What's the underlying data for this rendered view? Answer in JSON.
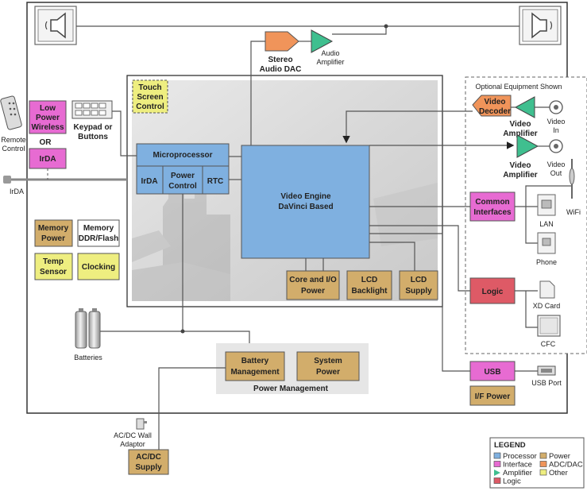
{
  "colors": {
    "processor": "#7fb0e0",
    "interface": "#e76bd2",
    "amplifier": "#3fbf8f",
    "logic": "#de5a66",
    "power": "#d2ad6b",
    "adc_dac": "#f0945a",
    "other": "#eeee80"
  },
  "blocks": {
    "stereo_dac": [
      "Stereo",
      "Audio DAC"
    ],
    "audio_amp": [
      "Audio",
      "Amplifier"
    ],
    "touch_screen": [
      "Touch",
      "Screen",
      "Control"
    ],
    "low_power_wireless": [
      "Low",
      "Power",
      "Wireless"
    ],
    "or_text": "OR",
    "irda_block": "IrDA",
    "keypad": [
      "Keypad or",
      "Buttons"
    ],
    "remote_control": [
      "Remote",
      "Control"
    ],
    "irda_side": "IrDA",
    "microprocessor": "Microprocessor",
    "irda_inner": "IrDA",
    "power_control": [
      "Power",
      "Control"
    ],
    "rtc": "RTC",
    "video_engine": [
      "Video Engine",
      "DaVinci Based"
    ],
    "memory_power": [
      "Memory",
      "Power"
    ],
    "memory_ddr": [
      "Memory",
      "DDR/Flash"
    ],
    "temp_sensor": [
      "Temp",
      "Sensor"
    ],
    "clocking": "Clocking",
    "core_io_power": [
      "Core and I/O",
      "Power"
    ],
    "lcd_backlight": [
      "LCD",
      "Backlight"
    ],
    "lcd_supply": [
      "LCD",
      "Supply"
    ],
    "batteries": "Batteries",
    "battery_mgmt": [
      "Battery",
      "Management"
    ],
    "system_power": [
      "System",
      "Power"
    ],
    "power_management": "Power Management",
    "ac_dc_adaptor": [
      "AC/DC Wall",
      "Adaptor"
    ],
    "ac_dc_supply": [
      "AC/DC",
      "Supply"
    ],
    "usb": "USB",
    "usb_port": "USB Port",
    "if_power": "I/F Power",
    "optional_title": "Optional Equipment Shown",
    "video_decoder": [
      "Video",
      "Decoder"
    ],
    "video_amp_in": [
      "Video",
      "Amplifier"
    ],
    "video_in": [
      "Video",
      "In"
    ],
    "video_amp_out": [
      "Video",
      "Amplifier"
    ],
    "video_out": [
      "Video",
      "Out"
    ],
    "common_interfaces": [
      "Common",
      "Interfaces"
    ],
    "lan": "LAN",
    "phone": "Phone",
    "wifi": "WiFi",
    "logic": "Logic",
    "xd_card": "XD Card",
    "cfc": "CFC"
  },
  "legend": {
    "title": "LEGEND",
    "items": [
      {
        "label": "Processor",
        "color": "#7fb0e0",
        "shape": "square"
      },
      {
        "label": "Interface",
        "color": "#e76bd2",
        "shape": "square"
      },
      {
        "label": "Amplifier",
        "color": "#3fbf8f",
        "shape": "triangle"
      },
      {
        "label": "Logic",
        "color": "#de5a66",
        "shape": "square"
      },
      {
        "label": "Power",
        "color": "#d2ad6b",
        "shape": "square"
      },
      {
        "label": "ADC/DAC",
        "color": "#f0945a",
        "shape": "square"
      },
      {
        "label": "Other",
        "color": "#eeee80",
        "shape": "square"
      }
    ]
  }
}
